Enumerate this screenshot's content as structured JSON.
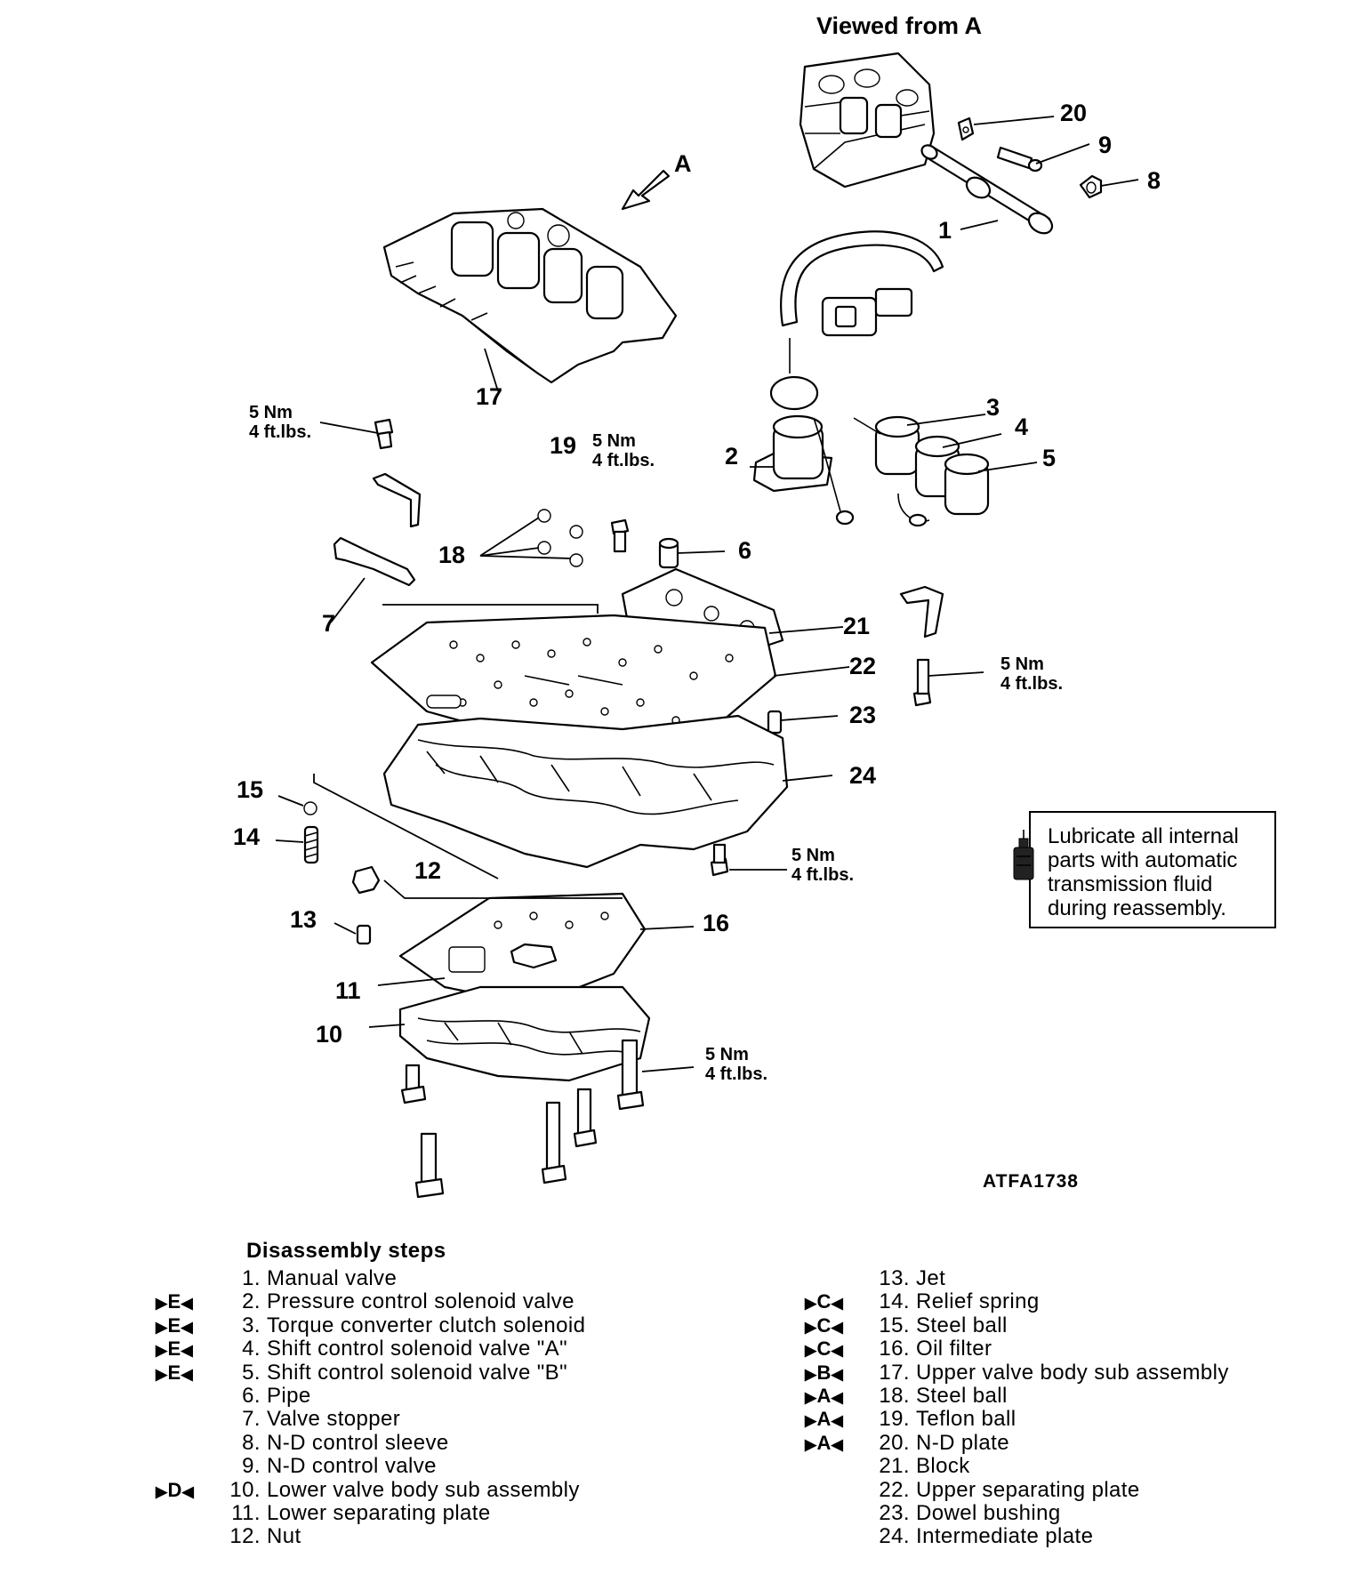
{
  "figure": {
    "view_title": "Viewed from A",
    "arrow_label": "A",
    "figure_code": "ATFA1738",
    "torque_value": "5 Nm",
    "torque_imperial": "4 ft.lbs.",
    "callouts": [
      "1",
      "2",
      "3",
      "4",
      "5",
      "6",
      "7",
      "8",
      "9",
      "10",
      "11",
      "12",
      "13",
      "14",
      "15",
      "16",
      "17",
      "18",
      "19",
      "20",
      "21",
      "22",
      "23",
      "24"
    ],
    "note_lines": [
      "Lubricate all internal",
      "parts with automatic",
      "transmission fluid",
      "during reassembly."
    ],
    "note_icon": "oil-can-icon"
  },
  "steps": {
    "heading": "Disassembly steps",
    "left": [
      {
        "mark": "",
        "num": "1.",
        "text": "Manual valve"
      },
      {
        "mark": "E",
        "num": "2.",
        "text": "Pressure control solenoid valve"
      },
      {
        "mark": "E",
        "num": "3.",
        "text": "Torque converter clutch solenoid"
      },
      {
        "mark": "E",
        "num": "4.",
        "text": "Shift control solenoid valve \"A\""
      },
      {
        "mark": "E",
        "num": "5.",
        "text": "Shift control solenoid valve \"B\""
      },
      {
        "mark": "",
        "num": "6.",
        "text": "Pipe"
      },
      {
        "mark": "",
        "num": "7.",
        "text": "Valve stopper"
      },
      {
        "mark": "",
        "num": "8.",
        "text": "N-D control sleeve"
      },
      {
        "mark": "",
        "num": "9.",
        "text": "N-D control valve"
      },
      {
        "mark": "D",
        "num": "10.",
        "text": "Lower valve body sub assembly"
      },
      {
        "mark": "",
        "num": "11.",
        "text": "Lower separating plate"
      },
      {
        "mark": "",
        "num": "12.",
        "text": "Nut"
      }
    ],
    "right": [
      {
        "mark": "",
        "num": "13.",
        "text": "Jet"
      },
      {
        "mark": "C",
        "num": "14.",
        "text": "Relief spring"
      },
      {
        "mark": "C",
        "num": "15.",
        "text": "Steel ball"
      },
      {
        "mark": "C",
        "num": "16.",
        "text": "Oil filter"
      },
      {
        "mark": "B",
        "num": "17.",
        "text": "Upper valve body sub assembly"
      },
      {
        "mark": "A",
        "num": "18.",
        "text": "Steel ball"
      },
      {
        "mark": "A",
        "num": "19.",
        "text": "Teflon ball"
      },
      {
        "mark": "A",
        "num": "20.",
        "text": "N-D plate"
      },
      {
        "mark": "",
        "num": "21.",
        "text": "Block"
      },
      {
        "mark": "",
        "num": "22.",
        "text": "Upper separating plate"
      },
      {
        "mark": "",
        "num": "23.",
        "text": "Dowel bushing"
      },
      {
        "mark": "",
        "num": "24.",
        "text": "Intermediate plate"
      }
    ]
  }
}
